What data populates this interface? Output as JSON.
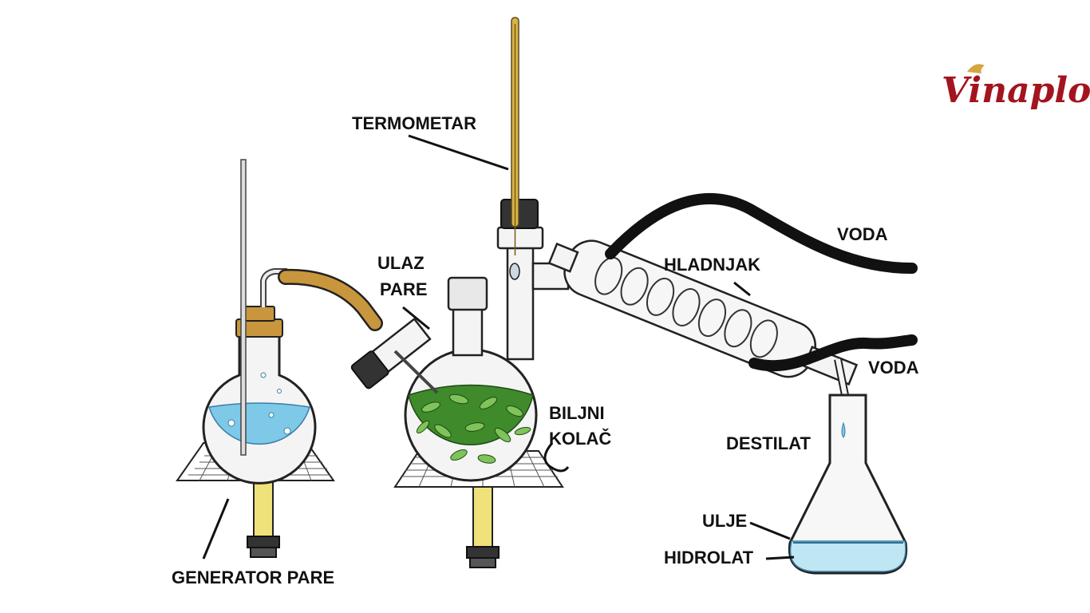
{
  "labels": {
    "thermometer": "TERMOMETAR",
    "steam_inlet_line1": "ULAZ",
    "steam_inlet_line2": "PARE",
    "condenser": "HLADNJAK",
    "water_top": "VODA",
    "water_bottom": "VODA",
    "plant_cake_line1": "BILJNI",
    "plant_cake_line2": "KOLAČ",
    "distillate": "DESTILAT",
    "oil": "ULJE",
    "hydrosol": "HIDROLAT",
    "steam_generator": "GENERATOR PARE"
  },
  "logo": {
    "text": "Vinaplo"
  },
  "colors": {
    "water": "#7ec8e8",
    "leaves": "#3f8a2a",
    "tubing": "#c8963c",
    "hose": "#111111",
    "glass": "#f4f4f4",
    "thermometer": "#d9b44a",
    "burner": "#efe27a",
    "logo_red": "#a3141f",
    "logo_gold": "#d4a640"
  },
  "icons": [
    "leaf-icon",
    "flame-icon"
  ]
}
